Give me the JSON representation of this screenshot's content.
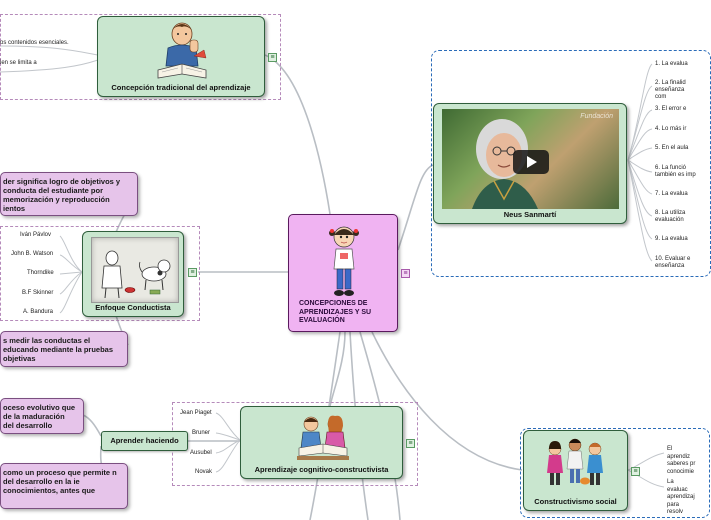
{
  "central": {
    "title": "CONCEPCIONES DE APRENDIZAJES Y SU EVALUACIÓN"
  },
  "tradicional": {
    "title": "Concepción tradicional del aprendizaje",
    "items": [
      "os contenidos esenciales.",
      "ien se limita a"
    ]
  },
  "conductista": {
    "title": "Enfoque Conductista",
    "authors": [
      "Iván Pávlov",
      "John B. Watson",
      "Thorndike",
      "B.F Skinner",
      "A. Bandura"
    ],
    "note_top": "der significa logro de objetivos y conducta del estudiante por  memorización y reproducción ientos",
    "note_bottom": "s medir las conductas el educando mediante la pruebas objetivas"
  },
  "cognitivo": {
    "title": "Aprendizaje cognitivo-constructivista",
    "authors": [
      "Jean Piaget",
      "Bruner",
      "Ausubel",
      "Novak"
    ],
    "hub": "Aprender haciendo",
    "note_top": "oceso evolutivo que de la maduración del desarrollo",
    "note_bottom": "como un proceso que permite n del desarrollo en la ie conocimientos, antes que"
  },
  "sanmarti": {
    "title": "Neus Sanmartí",
    "video_watermark": "Fundación",
    "items": [
      "1.      La evalua",
      "2.      La finalid enseñanza com",
      "3.      El error e",
      "4.      Lo más ir",
      "5.      En el aula",
      "6.      La funció también es imp",
      "7.      La evalua",
      "8.      La utiliza evaluación",
      "9.      La evalua",
      "10.    Evaluar e enseñanza"
    ]
  },
  "social": {
    "title": "Constructivismo social",
    "items": [
      "El aprendiz saberes pr conocimie",
      "La evaluac aprendizaj para resolv"
    ]
  },
  "colors": {
    "node_green": "#c9e6cf",
    "node_purple": "#e6c4ea",
    "central": "#f0b3f2",
    "connector": "#b9bec4",
    "dash_blue": "#2a6bb8",
    "dash_gray": "#b58aba"
  }
}
